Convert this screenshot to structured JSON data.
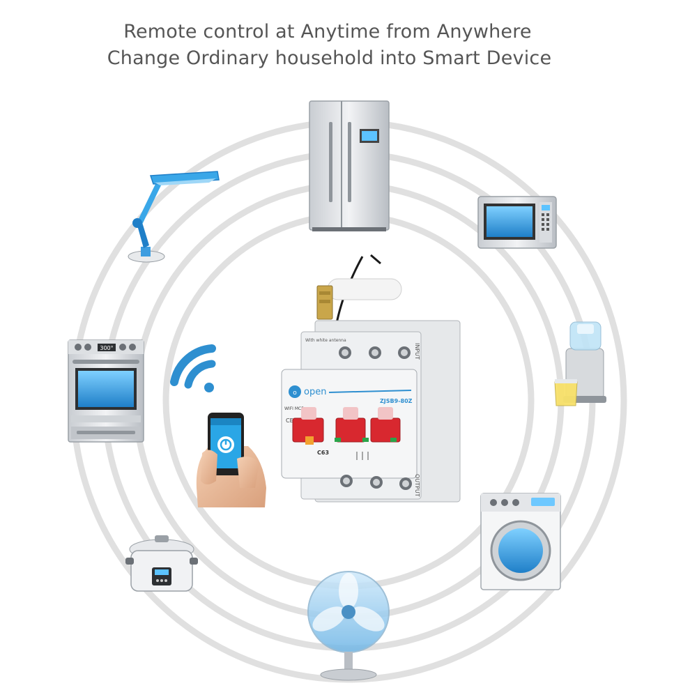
{
  "headline": {
    "line1": "Remote control at Anytime from Anywhere",
    "line2": "Change Ordinary household into Smart Device"
  },
  "breaker": {
    "brand": "open",
    "model": "ZJSB9-80Z",
    "wifi_label": "WIFI MCB",
    "rating": "C63",
    "input_label": "INPUT",
    "output_label": "OUTPUT",
    "antenna_note": "With white antenna",
    "ce_mark": "CE"
  },
  "oven_display": "300°",
  "colors": {
    "accent": "#2e8fd0",
    "screen": "#3aa7e8",
    "handle_red": "#d8282f",
    "ring": "#e2e2e2"
  },
  "icons": [
    "fridge-icon",
    "microwave-icon",
    "juicer-icon",
    "washing-machine-icon",
    "fan-icon",
    "rice-cooker-icon",
    "oven-icon",
    "desk-lamp-icon",
    "wifi-signal-icon",
    "smartphone-icon",
    "smart-breaker-icon"
  ]
}
